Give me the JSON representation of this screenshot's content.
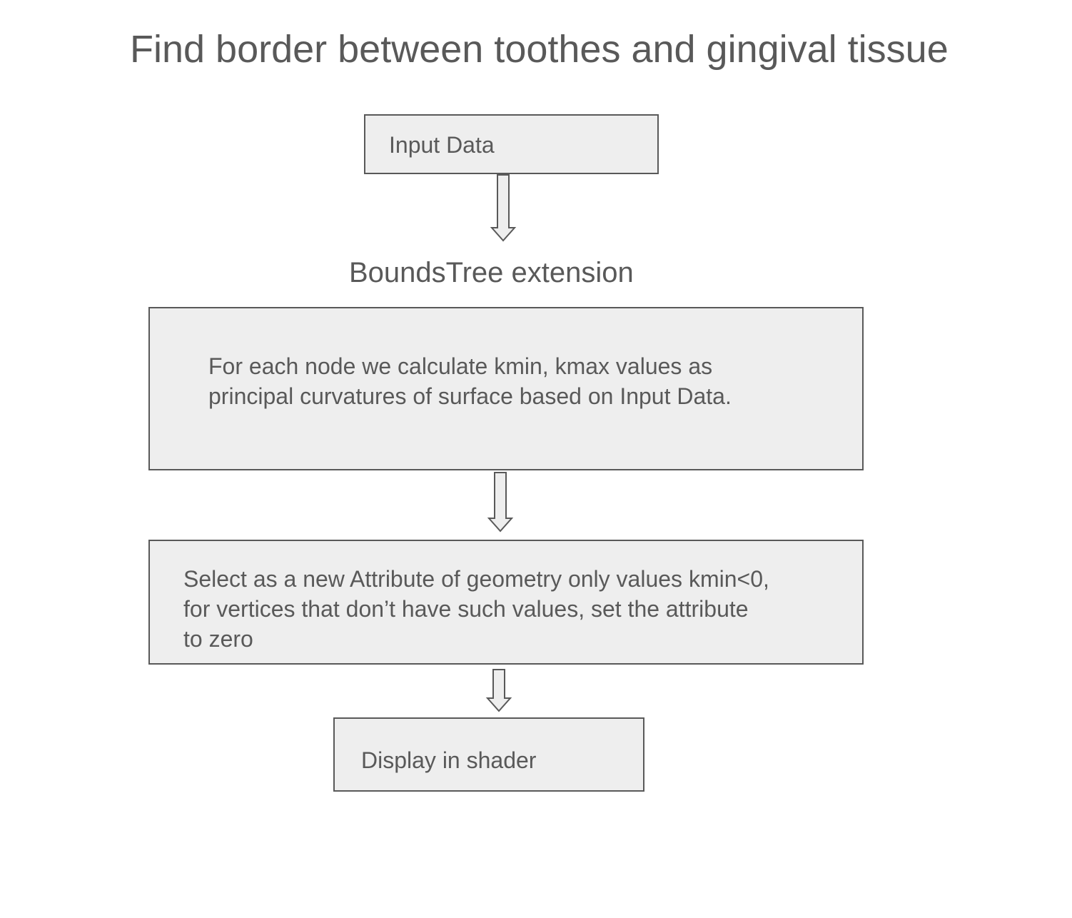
{
  "title": "Find border between toothes and gingival tissue",
  "nodes": {
    "input": {
      "label": "Input Data"
    },
    "boundstree_label": "BoundsTree extension",
    "curvature": {
      "lines": [
        "For each node we calculate kmin, kmax values as",
        "principal curvatures of surface based on Input Data."
      ]
    },
    "select": {
      "lines": [
        "Select as a new Attribute of geometry only values kmin<0,",
        "for vertices that don’t have such values, set the attribute",
        "to zero"
      ]
    },
    "display": {
      "label": "Display in shader"
    }
  }
}
